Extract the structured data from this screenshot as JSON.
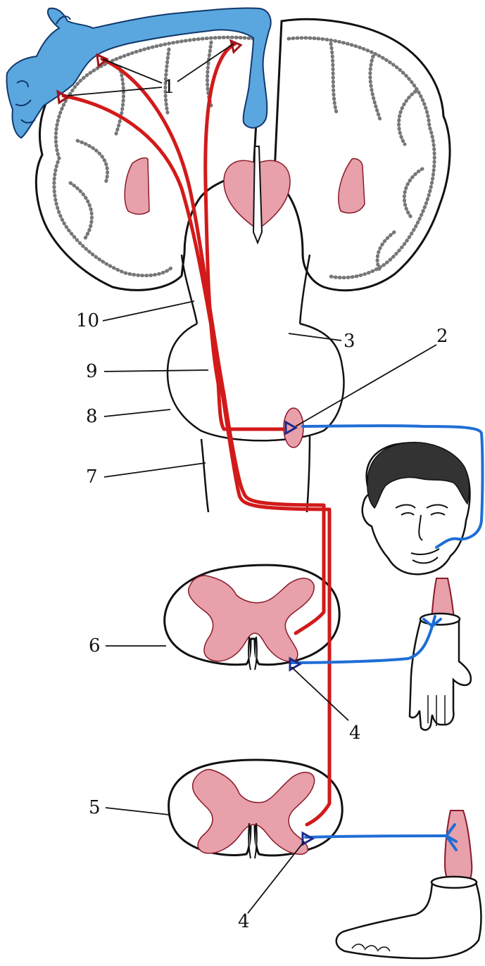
{
  "labels": {
    "l1": "1",
    "l2": "2",
    "l3": "3",
    "l4a": "4",
    "l4b": "4",
    "l5": "5",
    "l6": "6",
    "l7": "7",
    "l8": "8",
    "l9": "9",
    "l10": "10"
  },
  "colors": {
    "motor_path": "#d21a1a",
    "peripheral_nerve": "#1f6ed6",
    "gray_matter": "#e8a0aa",
    "homunculus": "#5aa7e0"
  }
}
